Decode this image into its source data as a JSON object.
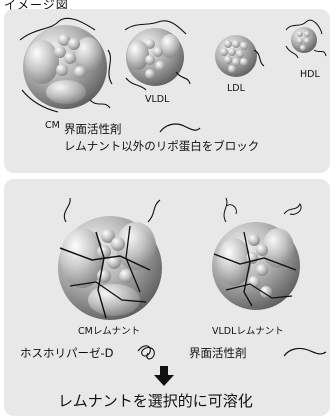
{
  "heading": "イメージ図",
  "top_panel": {
    "particles": [
      "CM",
      "VLDL",
      "LDL",
      "HDL"
    ],
    "surfactant_label": "界面活性剤",
    "block_text": "レムナント以外のリポ蛋白をブロック"
  },
  "bottom_panel": {
    "remnants": [
      "CMレムナント",
      "VLDLレムナント"
    ],
    "enzyme_label": "ホスホリパーゼ-D",
    "surfactant_label": "界面活性剤",
    "result_text": "レムナントを選択的に可溶化"
  },
  "colors": {
    "panel_bg": "#e8e8e8",
    "sphere_light": "#eeeeee",
    "sphere_dark": "#6e6e6e"
  }
}
